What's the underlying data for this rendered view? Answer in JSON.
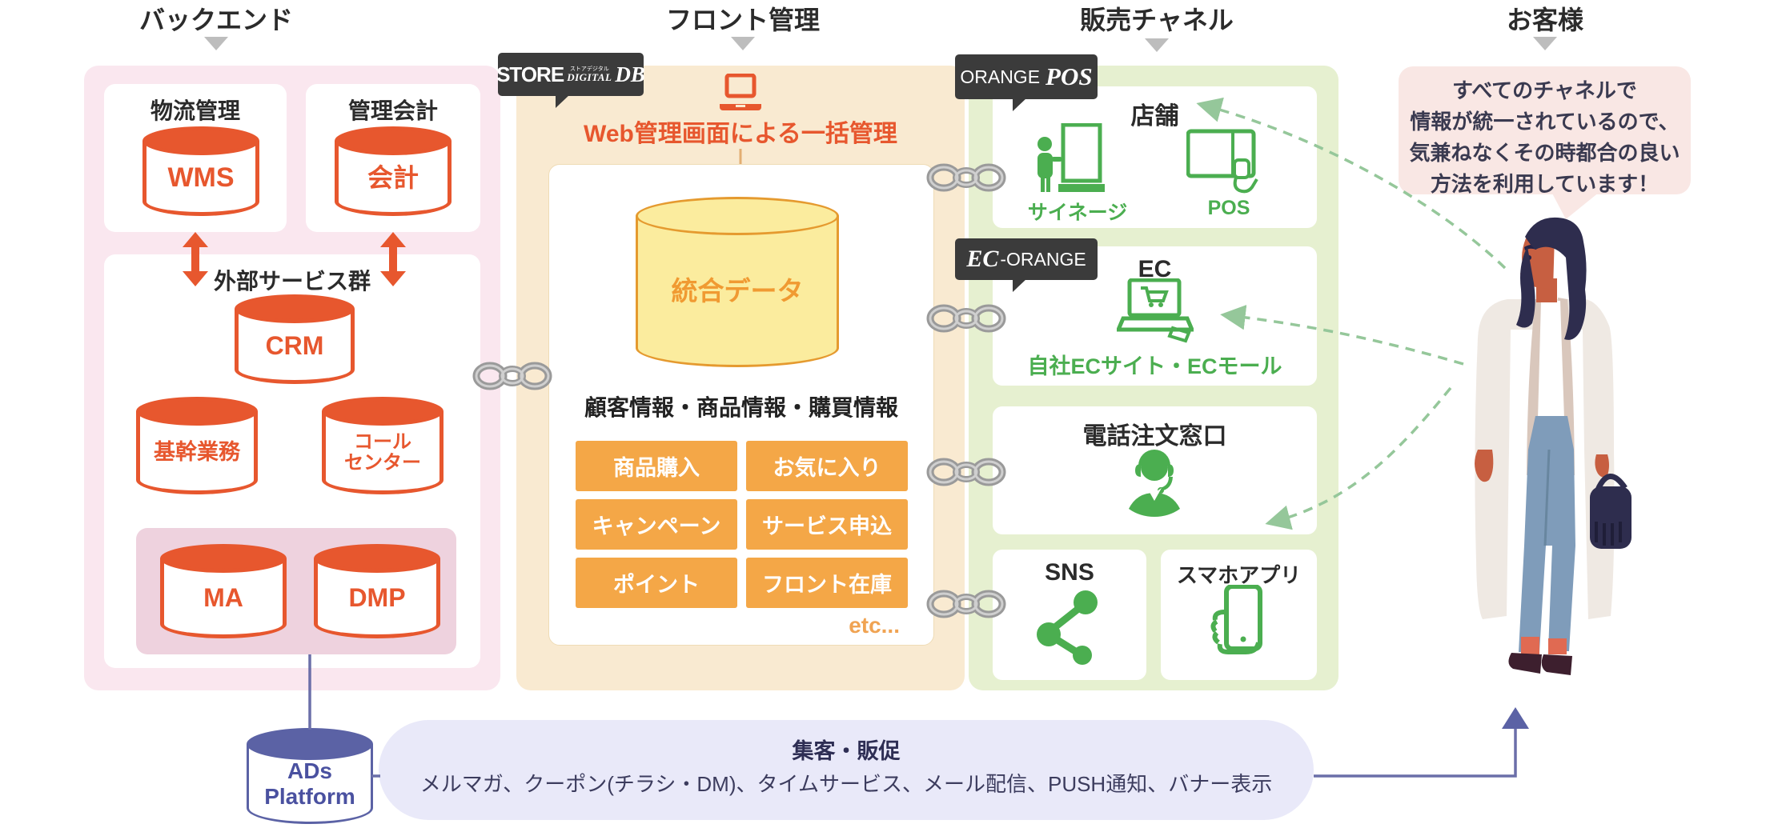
{
  "headers": {
    "backend": "バックエンド",
    "front": "フロント管理",
    "channel": "販売チャネル",
    "customer": "お客様"
  },
  "backend": {
    "logistics_title": "物流管理",
    "wms": "WMS",
    "accounting_title": "管理会計",
    "accounting_db": "会計",
    "external_title": "外部サービス群",
    "crm": "CRM",
    "core": "基幹業務",
    "callcenter": "コール\nセンター",
    "ma": "MA",
    "dmp": "DMP"
  },
  "front": {
    "badge": {
      "store": "STORE",
      "ruby": "ストアデジタル",
      "digital": "DIGITAL",
      "db": "DB"
    },
    "title": "Web管理画面による一括管理",
    "db_label": "統合データ",
    "info_heading": "顧客情報・商品情報・購買情報",
    "buttons": [
      "商品購入",
      "お気に入り",
      "キャンペーン",
      "サービス申込",
      "ポイント",
      "フロント在庫"
    ],
    "etc": "etc..."
  },
  "channel": {
    "badge_pos": {
      "orange": "ORANGE",
      "pos": "POS"
    },
    "badge_ec": {
      "ec": "EC",
      "suffix": "-ORANGE"
    },
    "store": {
      "title": "店舗",
      "signage": "サイネージ",
      "pos": "POS"
    },
    "ec": {
      "title": "EC",
      "label": "自社ECサイト・ECモール"
    },
    "phone": {
      "title": "電話注文窓口"
    },
    "sns": {
      "title": "SNS"
    },
    "app": {
      "title": "スマホアプリ"
    }
  },
  "ads": {
    "line1": "ADs",
    "line2": "Platform"
  },
  "promo": {
    "title": "集客・販促",
    "body": "メルマガ、クーポン(チラシ・DM)、タイムサービス、メール配信、PUSH通知、バナー表示"
  },
  "bubble": {
    "text": "すべてのチャネルで\n情報が統一されているので、\n気兼ねなくその時都合の良い\n方法を利用しています！"
  },
  "icons": {
    "laptop": "laptop-icon",
    "signage": "digital-signage-icon",
    "pos": "pos-terminal-icon",
    "ec_cart": "laptop-cart-icon",
    "operator": "call-operator-icon",
    "share": "sns-share-icon",
    "smartphone": "smartphone-hand-icon",
    "chain": "chain-link-icon",
    "pointer": "down-triangle-icon"
  },
  "colors": {
    "orange": "#e7572e",
    "button_orange": "#f4a747",
    "yellow_fill": "#fbec9e",
    "yellow_stroke": "#e59a2f",
    "green": "#4bae50",
    "panel_pink": "#fae7ef",
    "panel_cream": "#f9ead1",
    "panel_green": "#e6f0d0",
    "indigo": "#5b62a5",
    "badge_black": "#3b3b3b",
    "pill_lavender": "#e9e9f9",
    "bubble_pink": "#f9e7e4"
  }
}
